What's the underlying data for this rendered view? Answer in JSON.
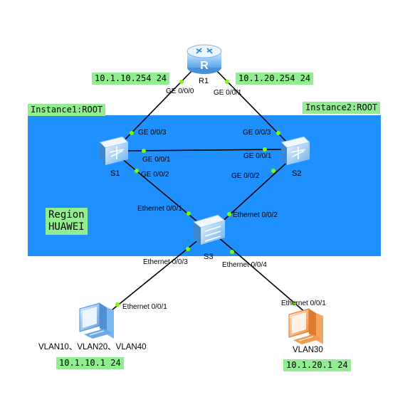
{
  "instances": {
    "instance1": "Instance1:ROOT",
    "instance2": "Instance2:ROOT"
  },
  "region": {
    "line1": "Region",
    "line2": "HUAWEI"
  },
  "addresses": {
    "r1_left": "10.1.10.254 24",
    "r1_right": "10.1.20.254 24",
    "pc1": "10.1.10.1 24",
    "pc2": "10.1.20.1 24"
  },
  "devices": {
    "r1": "R1",
    "s1": "S1",
    "s2": "S2",
    "s3": "S3",
    "pc1_vlans": "VLAN10、VLAN20、VLAN40",
    "pc2_vlan": "VLAN30"
  },
  "ports": {
    "r1_ge000": "GE 0/0/0",
    "r1_ge001": "GE 0/0/1",
    "s1_ge003": "GE 0/0/3",
    "s1_ge001": "GE 0/0/1",
    "s1_ge002": "GE 0/0/2",
    "s2_ge003": "GE 0/0/3",
    "s2_ge001": "GE 0/0/1",
    "s2_ge002": "GE 0/0/2",
    "s3_eth001": "Ethernet 0/0/1",
    "s3_eth002": "Ethernet 0/0/2",
    "s3_eth003": "Ethernet 0/0/3",
    "s3_eth004": "Ethernet 0/0/4",
    "pc1_eth001": "Ethernet 0/0/1",
    "pc2_eth001": "Ethernet 0/0/1"
  },
  "icons": {
    "router": "router-icon",
    "l3switch": "layer3-switch-icon",
    "switch": "switch-icon",
    "pc": "pc-icon"
  },
  "colors": {
    "region_bg": "#1e90ff",
    "tag_bg": "#90ee90",
    "link_dot": "#7cfc00",
    "pc1": "#7ab8ef",
    "pc2": "#f4a45c"
  }
}
